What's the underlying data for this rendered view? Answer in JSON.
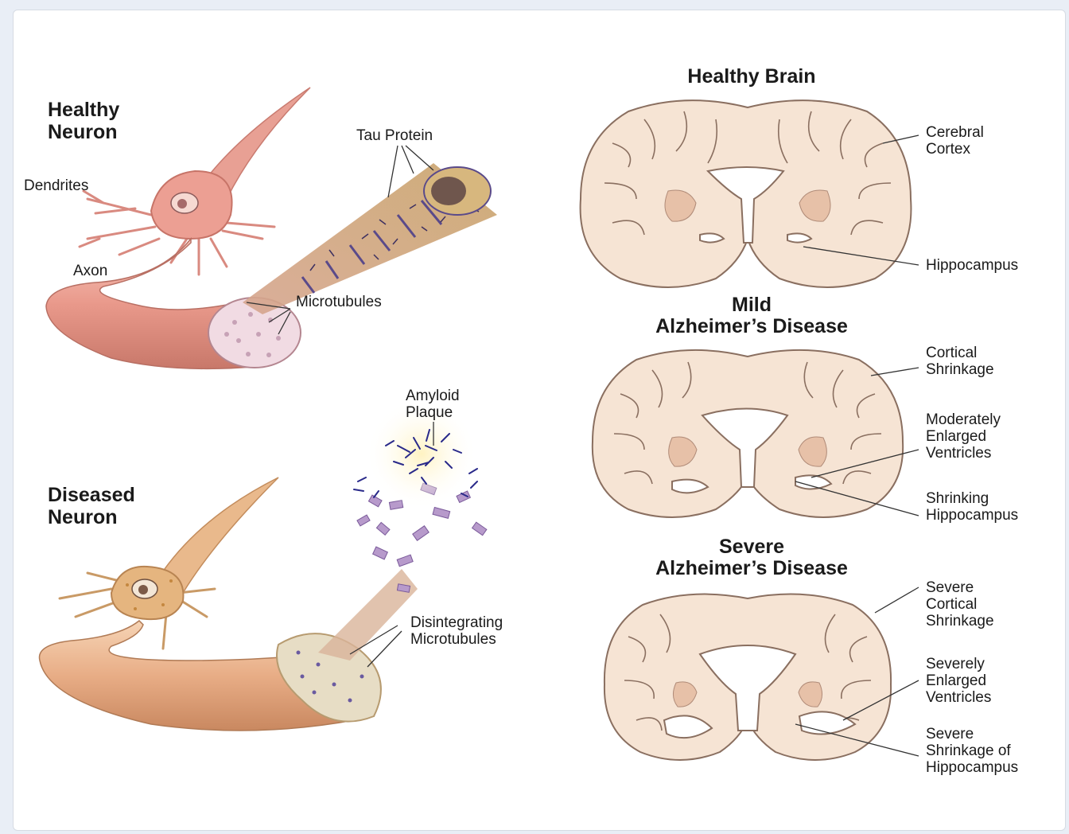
{
  "neurons": {
    "healthy_title": "Healthy\nNeuron",
    "dendrites": "Dendrites",
    "axon": "Axon",
    "tau_protein": "Tau Protein",
    "microtubules": "Microtubules",
    "diseased_title": "Diseased\nNeuron",
    "amyloid_plaque": "Amyloid\nPlaque",
    "disintegrating": "Disintegrating\nMicrotubules"
  },
  "brains": {
    "healthy_title": "Healthy Brain",
    "cerebral_cortex": "Cerebral\nCortex",
    "hippocampus": "Hippocampus",
    "mild_title": "Mild\nAlzheimer’s Disease",
    "cortical_shrinkage": "Cortical\nShrinkage",
    "moderately_enlarged": "Moderately\nEnlarged\nVentricles",
    "shrinking_hippocampus": "Shrinking\nHippocampus",
    "severe_title": "Severe\nAlzheimer’s Disease",
    "severe_cortical": "Severe\nCortical\nShrinkage",
    "severely_enlarged": "Severely\nEnlarged\nVentricles",
    "severe_hippocampus": "Severe\nShrinkage of\nHippocampus"
  },
  "colors": {
    "brain_fill": "#f6e4d4",
    "brain_outline": "#8a6f60",
    "neuron_healthy": "#e9a59a",
    "neuron_diseased": "#e7b48e",
    "tau": "#5a4a8a",
    "plaque": "#2a2a8a"
  }
}
